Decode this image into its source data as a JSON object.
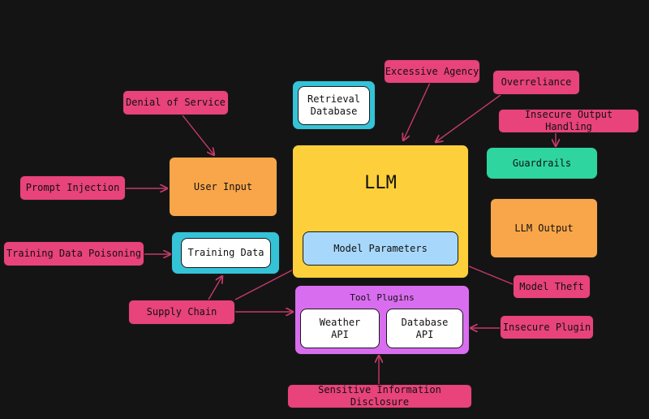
{
  "nodes": {
    "llm": "LLM",
    "model_parameters": "Model Parameters",
    "retrieval_database": "Retrieval\nDatabase",
    "user_input": "User Input",
    "training_data": "Training Data",
    "guardrails": "Guardrails",
    "llm_output": "LLM Output",
    "tool_plugins": "Tool Plugins",
    "weather_api": "Weather\nAPI",
    "database_api": "Database\nAPI"
  },
  "threats": {
    "excessive_agency": "Excessive Agency",
    "overreliance": "Overreliance",
    "denial_of_service": "Denial of Service",
    "insecure_output_handling": "Insecure Output Handling",
    "prompt_injection": "Prompt Injection",
    "training_data_poisoning": "Training Data Poisoning",
    "model_theft": "Model Theft",
    "supply_chain": "Supply Chain",
    "insecure_plugin": "Insecure Plugin",
    "sensitive_information_disclosure": "Sensitive Information Disclosure"
  },
  "colors": {
    "background": "#141414",
    "threat": "#e8437a",
    "llm": "#fdd03b",
    "user_input": "#f9a64a",
    "guardrails": "#2fd59f",
    "model_parameters": "#a7d8fb",
    "container": "#35c3d8",
    "tool_plugins": "#d96df0",
    "arrow": "#c43a6a"
  }
}
